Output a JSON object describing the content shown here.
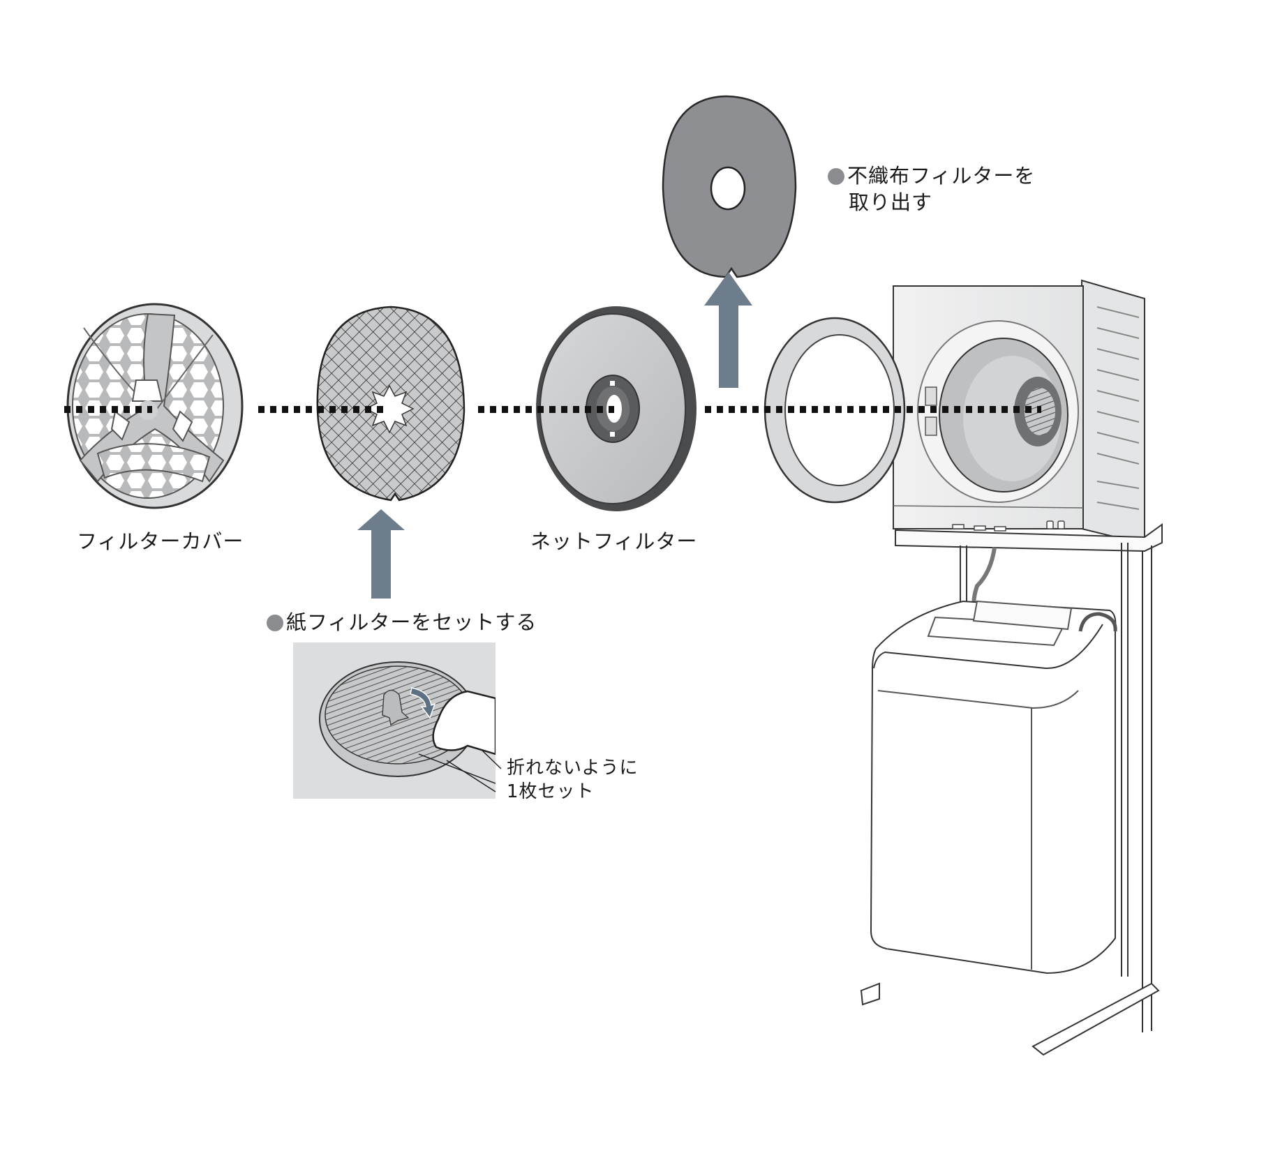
{
  "diagram": {
    "title": "Dryer filter assembly – paper filter replacement",
    "colors": {
      "arrow": "#6e7d8b",
      "bullet": "#8a8c8f",
      "nonwoven_filter": "#8e8f92",
      "inset_background": "#dcdddf",
      "guide_line": "#111111"
    },
    "parts": [
      {
        "id": "filter-cover",
        "label": "フィルターカバー"
      },
      {
        "id": "paper-filter",
        "label": ""
      },
      {
        "id": "net-filter",
        "label": "ネットフィルター"
      },
      {
        "id": "nonwoven-filter",
        "label": ""
      },
      {
        "id": "dryer",
        "label": ""
      }
    ],
    "steps": {
      "remove_nonwoven": {
        "line1": "不織布フィルターを",
        "line2": "取り出す"
      },
      "set_paper": {
        "text": "紙フィルターをセットする"
      }
    },
    "inset": {
      "callout_line1": "折れないように",
      "callout_line2": "1枚セット"
    }
  }
}
